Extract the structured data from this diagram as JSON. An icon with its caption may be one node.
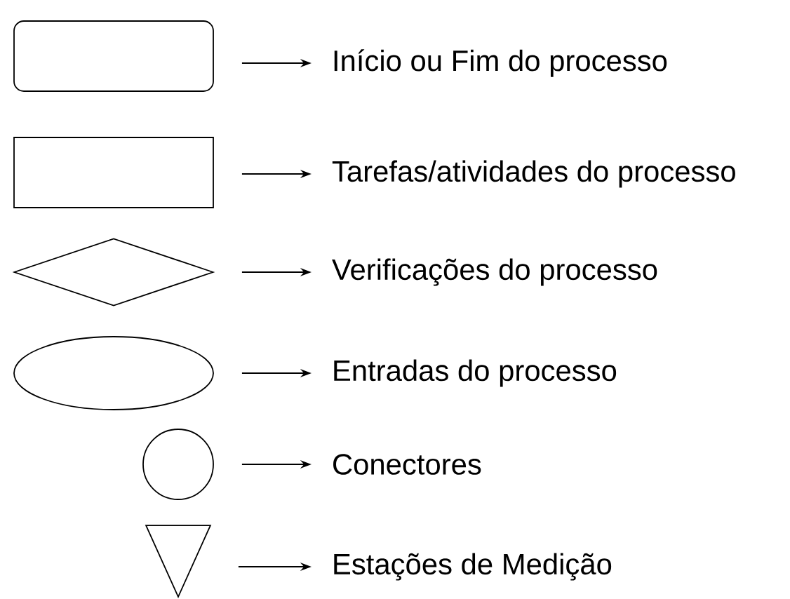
{
  "diagram": {
    "nodes": [
      {
        "text": [],
        "shape": "rounded-box"
      },
      {
        "text": [],
        "shape": "box"
      },
      {
        "text": [],
        "shape": "diamond"
      },
      {
        "text": [],
        "shape": "ellipse"
      },
      {
        "text": [],
        "shape": "circle"
      },
      {
        "text": [],
        "shape": "triangle"
      },
      {
        "text": [
          "Início ou Fim do processo"
        ]
      },
      {
        "text": [
          "Tarefas/atividades do processo"
        ]
      },
      {
        "text": [
          "Verificações do processo"
        ]
      },
      {
        "text": [
          "Entradas do processo"
        ]
      },
      {
        "text": [
          "Conectores"
        ]
      },
      {
        "text": [
          "Estações de Medição"
        ]
      }
    ],
    "edges": [
      {
        "from": 0,
        "to": 6,
        "arrow": "to"
      },
      {
        "from": 1,
        "to": 7,
        "arrow": "to"
      },
      {
        "from": 2,
        "to": 8,
        "arrow": "to"
      },
      {
        "from": 3,
        "to": 9,
        "arrow": "to"
      },
      {
        "from": 4,
        "to": 10,
        "arrow": "to"
      },
      {
        "from": 5,
        "to": 11,
        "arrow": "to"
      }
    ]
  }
}
